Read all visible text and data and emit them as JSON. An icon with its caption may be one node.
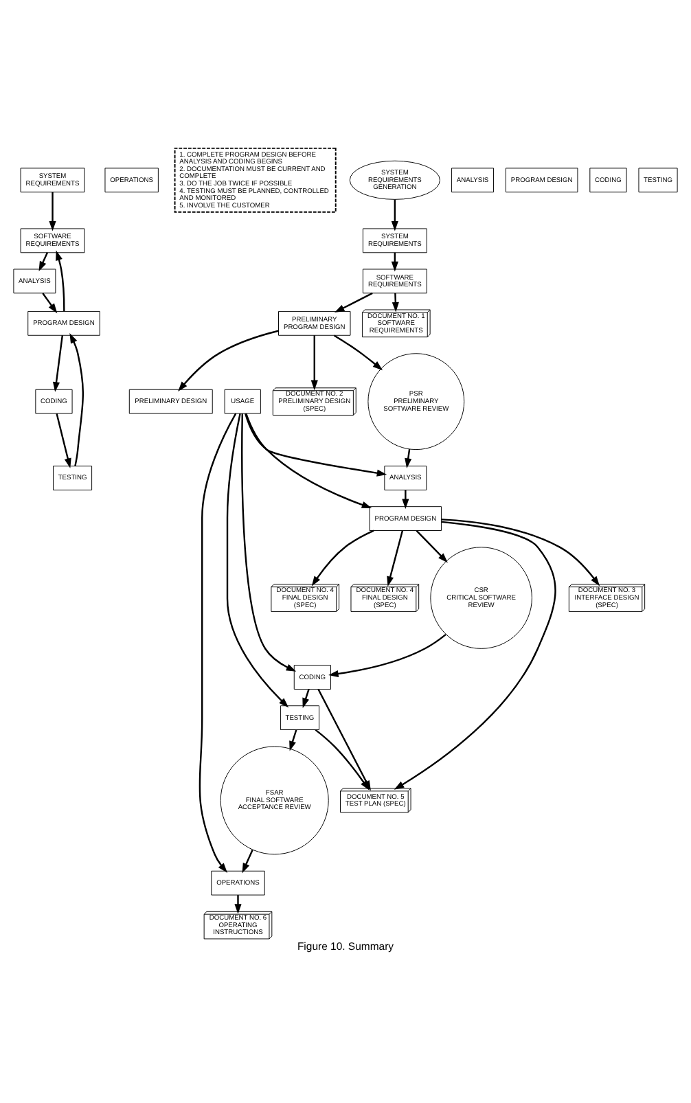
{
  "diagram": {
    "caption": "Figure 10. Summary",
    "nodes": [
      {
        "text": [
          "SYSTEM REQUIREMENTS"
        ]
      },
      {
        "text": [
          "SOFTWARE REQUIREMENTS"
        ]
      },
      {
        "text": [
          "ANALYSIS"
        ]
      },
      {
        "text": [
          "PROGRAM DESIGN"
        ]
      },
      {
        "text": [
          "CODING"
        ]
      },
      {
        "text": [
          "TESTING"
        ]
      },
      {
        "text": [
          "OPERATIONS"
        ]
      },
      {
        "text": [
          "1. COMPLETE PROGRAM DESIGN BEFORE ANALYSIS AND CODING BEGINS",
          "2. DOCUMENTATION MUST BE CURRENT AND COMPLETE",
          "3. DO THE JOB TWICE IF POSSIBLE",
          "4. TESTING MUST BE PLANNED, CONTROLLED AND MONITORED",
          "5. INVOLVE THE CUSTOMER"
        ]
      },
      {
        "text": [
          "SYSTEM REQUIREMENTS GENERATION"
        ]
      },
      {
        "text": [
          "SYSTEM REQUIREMENTS"
        ]
      },
      {
        "text": [
          "SOFTWARE REQUIREMENTS"
        ]
      },
      {
        "text": [
          "PRELIMINARY PROGRAM DESIGN"
        ]
      },
      {
        "text": [
          "PSR",
          "PRELIMINARY SOFTWARE REVIEW"
        ]
      },
      {
        "text": [
          "ANALYSIS"
        ]
      },
      {
        "text": [
          "PROGRAM DESIGN"
        ]
      },
      {
        "text": [
          "CSR",
          "CRITICAL SOFTWARE REVIEW"
        ]
      },
      {
        "text": [
          "CODING"
        ]
      },
      {
        "text": [
          "TESTING"
        ]
      },
      {
        "text": [
          "FSAR",
          "FINAL SOFTWARE ACCEPTANCE REVIEW"
        ]
      },
      {
        "text": [
          "OPERATIONS"
        ]
      },
      {
        "text": [
          "PRELIMINARY DESIGN"
        ]
      },
      {
        "text": [
          "ANALYSIS"
        ]
      },
      {
        "text": [
          "PROGRAM DESIGN"
        ]
      },
      {
        "text": [
          "CODING"
        ]
      },
      {
        "text": [
          "TESTING"
        ]
      },
      {
        "text": [
          "USAGE"
        ]
      },
      {
        "text": [
          "DOCUMENT NO. 1 SOFTWARE REQUIREMENTS"
        ]
      },
      {
        "text": [
          "DOCUMENT NO. 2 PRELIMINARY DESIGN (SPEC)"
        ]
      },
      {
        "text": [
          "DOCUMENT NO. 3 INTERFACE DESIGN (SPEC)"
        ]
      },
      {
        "text": [
          "DOCUMENT NO. 4 FINAL DESIGN (SPEC)"
        ]
      },
      {
        "text": [
          "DOCUMENT NO. 4 FINAL DESIGN (SPEC)"
        ]
      },
      {
        "text": [
          "DOCUMENT NO. 5 TEST PLAN (SPEC)"
        ]
      },
      {
        "text": [
          "DOCUMENT NO. 6 OPERATING INSTRUCTIONS"
        ]
      }
    ],
    "edges": [
      {
        "from": 0,
        "to": 1,
        "arrow": "to"
      },
      {
        "from": 1,
        "to": 2,
        "arrow": "to"
      },
      {
        "from": 2,
        "to": 3,
        "arrow": "to"
      },
      {
        "from": 3,
        "to": 4,
        "arrow": "to"
      },
      {
        "from": 4,
        "to": 5,
        "arrow": "to"
      },
      {
        "from": 5,
        "to": 3,
        "arrow": "to"
      },
      {
        "from": 3,
        "to": 1,
        "arrow": "to"
      },
      {
        "from": 8,
        "to": 9,
        "arrow": "to"
      },
      {
        "from": 9,
        "to": 10,
        "arrow": "to"
      },
      {
        "from": 10,
        "to": 11,
        "arrow": "to"
      },
      {
        "from": 11,
        "to": 12,
        "arrow": "to"
      },
      {
        "from": 12,
        "to": 13,
        "arrow": "to"
      },
      {
        "from": 13,
        "to": 14,
        "arrow": "to"
      },
      {
        "from": 14,
        "to": 15,
        "arrow": "to"
      },
      {
        "from": 15,
        "to": 16,
        "arrow": "to"
      },
      {
        "from": 16,
        "to": 17,
        "arrow": "to"
      },
      {
        "from": 17,
        "to": 18,
        "arrow": "to"
      },
      {
        "from": 18,
        "to": 19,
        "arrow": "to"
      },
      {
        "from": 11,
        "to": 20,
        "arrow": "to"
      },
      {
        "from": 25,
        "to": 13,
        "arrow": "to"
      },
      {
        "from": 25,
        "to": 14,
        "arrow": "to"
      },
      {
        "from": 25,
        "to": 16,
        "arrow": "to"
      },
      {
        "from": 25,
        "to": 17,
        "arrow": "to"
      },
      {
        "from": 25,
        "to": 19,
        "arrow": "to"
      },
      {
        "from": 10,
        "to": 26,
        "arrow": "to"
      },
      {
        "from": 11,
        "to": 27,
        "arrow": "to"
      },
      {
        "from": 14,
        "to": 28,
        "arrow": "to"
      },
      {
        "from": 14,
        "to": 29,
        "arrow": "to"
      },
      {
        "from": 14,
        "to": 30,
        "arrow": "to"
      },
      {
        "from": 14,
        "to": 31,
        "arrow": "to"
      },
      {
        "from": 16,
        "to": 31,
        "arrow": "to"
      },
      {
        "from": 17,
        "to": 31,
        "arrow": "to"
      },
      {
        "from": 19,
        "to": 32,
        "arrow": "to"
      }
    ]
  }
}
